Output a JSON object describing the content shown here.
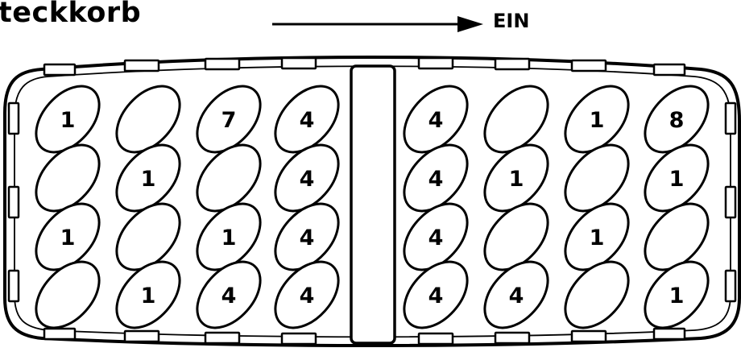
{
  "header": {
    "title": "teckkorb",
    "direction_label": "EIN"
  },
  "colors": {
    "ink": "#000000",
    "background": "#ffffff"
  },
  "basket": {
    "left_columns": [
      [
        "1",
        "",
        "1",
        ""
      ],
      [
        "",
        "1",
        "",
        "1"
      ],
      [
        "7",
        "",
        "1",
        "4"
      ],
      [
        "4",
        "4",
        "4",
        "4"
      ]
    ],
    "right_columns": [
      [
        "4",
        "4",
        "4",
        "4"
      ],
      [
        "",
        "1",
        "",
        "4"
      ],
      [
        "1",
        "",
        "1",
        ""
      ],
      [
        "8",
        "1",
        "",
        "1"
      ]
    ]
  }
}
